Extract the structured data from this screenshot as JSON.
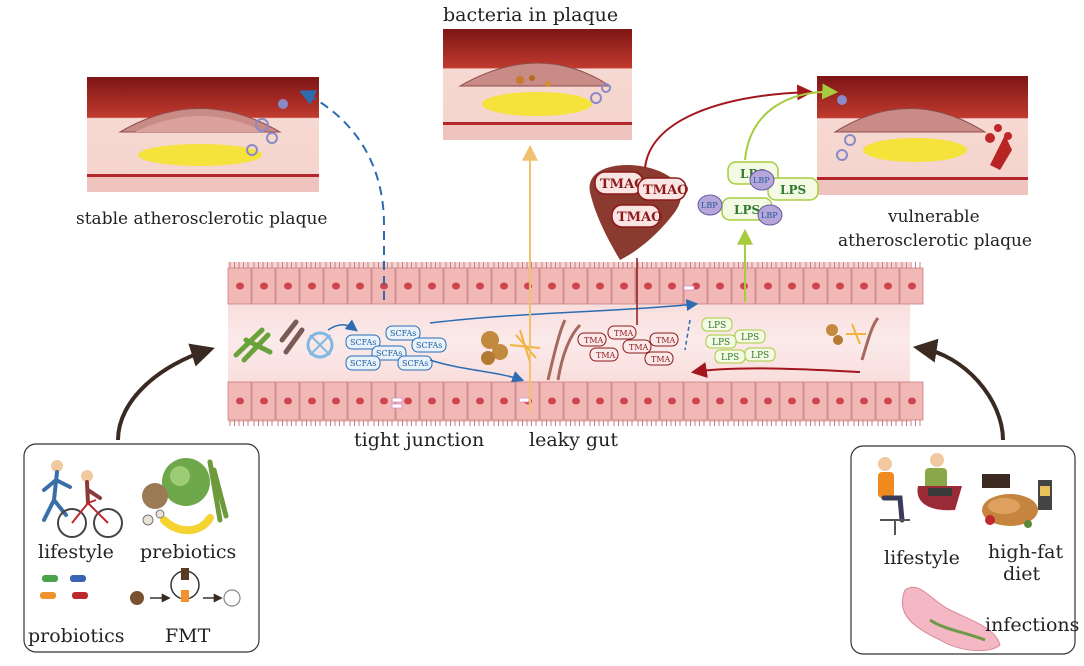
{
  "labels": {
    "bacteria_in_plaque": "bacteria in plaque",
    "stable_plaque": "stable  atherosclerotic plaque",
    "vulnerable_line1": "vulnerable",
    "vulnerable_line2": "atherosclerotic plaque",
    "tight_junction": "tight junction",
    "leaky_gut": "leaky gut"
  },
  "metabolites": {
    "scfa": "SCFAs",
    "tma": "TMA",
    "tmao": "TMAO",
    "lps": "LPS",
    "lbp": "LBP"
  },
  "left_box": {
    "lifestyle": "lifestyle",
    "prebiotics": "prebiotics",
    "probiotics": "probiotics",
    "fmt": "FMT"
  },
  "right_box": {
    "lifestyle": "lifestyle",
    "high_fat_line1": "high-fat",
    "high_fat_line2": "diet",
    "infections": "infections"
  },
  "colors": {
    "scfa_blue": "#2b6cb3",
    "tmao_red": "#a3161d",
    "lps_green": "#a6cc3f",
    "bacteria_orange": "#f2c170",
    "gut_pink": "#f2b8b6",
    "artery_red": "#8e1b1b"
  }
}
